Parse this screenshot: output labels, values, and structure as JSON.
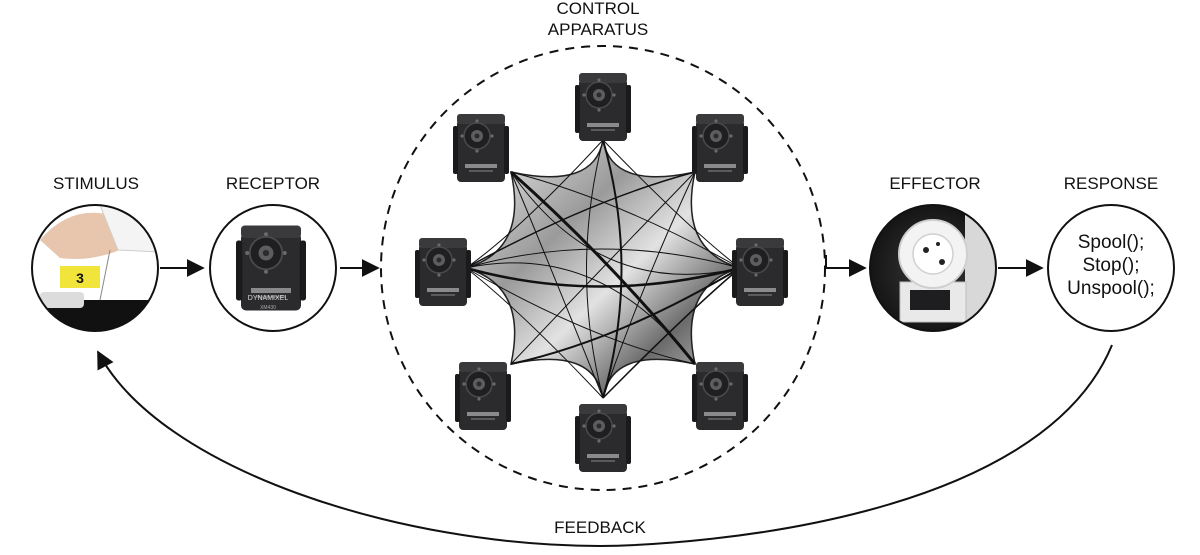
{
  "labels": {
    "stimulus": "STIMULUS",
    "receptor": "RECEPTOR",
    "control_line1": "CONTROL",
    "control_line2": "APPARATUS",
    "effector": "EFFECTOR",
    "response": "RESPONSE",
    "feedback": "FEEDBACK"
  },
  "stimulus_tag": "3",
  "motor_brand": "DYNAMIXEL",
  "motor_model": "XM430",
  "response_commands": [
    "Spool();",
    "Stop();",
    "Unspool();"
  ],
  "colors": {
    "ink": "#111111",
    "tag_yellow": "#f1e43a",
    "motor_body": "#2b2b2d",
    "motor_dark": "#1a1a1c",
    "web_light": "#e6e6e6",
    "web_dark": "#5a5a5a"
  },
  "icons": {
    "servo": "dynamixel-servo-icon",
    "spool": "spool-icon"
  }
}
